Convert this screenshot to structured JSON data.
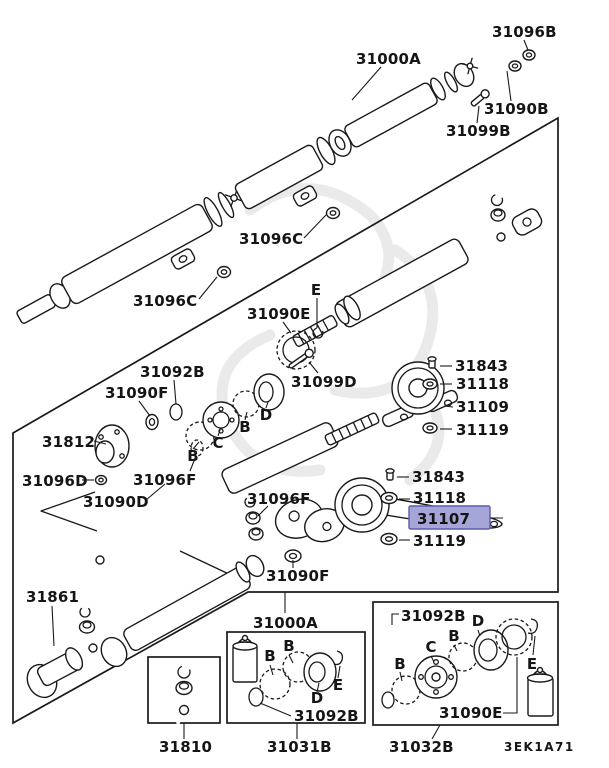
{
  "colors": {
    "highlight_fill": "#a5a5d7",
    "highlight_stroke": "#5c5cab",
    "ink": "#1a1a1a"
  },
  "highlighted_part": "31107",
  "labels": {
    "t31096B": "31096B",
    "t31000A_top": "31000A",
    "t31090B": "31090B",
    "t31099B": "31099B",
    "t31096C_a": "31096C",
    "t31096C_b": "31096C",
    "tE_mid": "E",
    "t31090E_mid": "31090E",
    "t31099D": "31099D",
    "t31092B_mid": "31092B",
    "t31090F_up": "31090F",
    "t31812": "31812",
    "t31096D": "31096D",
    "t31096F_a": "31096F",
    "t31090D": "31090D",
    "t31096F_b": "31096F",
    "tB_1": "B",
    "tC_1": "C",
    "tB_2": "B",
    "tD_1": "D",
    "t31843_a": "31843",
    "t31118_a": "31118",
    "t31109": "31109",
    "t31119_a": "31119",
    "t31843_b": "31843",
    "t31118_b": "31118",
    "t31107": "31107",
    "t31119_b": "31119",
    "t31861": "31861",
    "t31090F_low": "31090F",
    "t31000A_bot": "31000A",
    "t31810": "31810",
    "t31031B": "31031B",
    "t31032B": "31032B",
    "tcode": "3EK1A71",
    "box31031B": {
      "t31092B": "31092B",
      "tB_1": "B",
      "tB_2": "B",
      "tD": "D",
      "tE": "E"
    },
    "box31032B": {
      "t31092B": "31092B",
      "tB_1": "B",
      "tC": "C",
      "tB_2": "B",
      "tD": "D",
      "tE": "E",
      "t31090E": "31090E"
    }
  }
}
